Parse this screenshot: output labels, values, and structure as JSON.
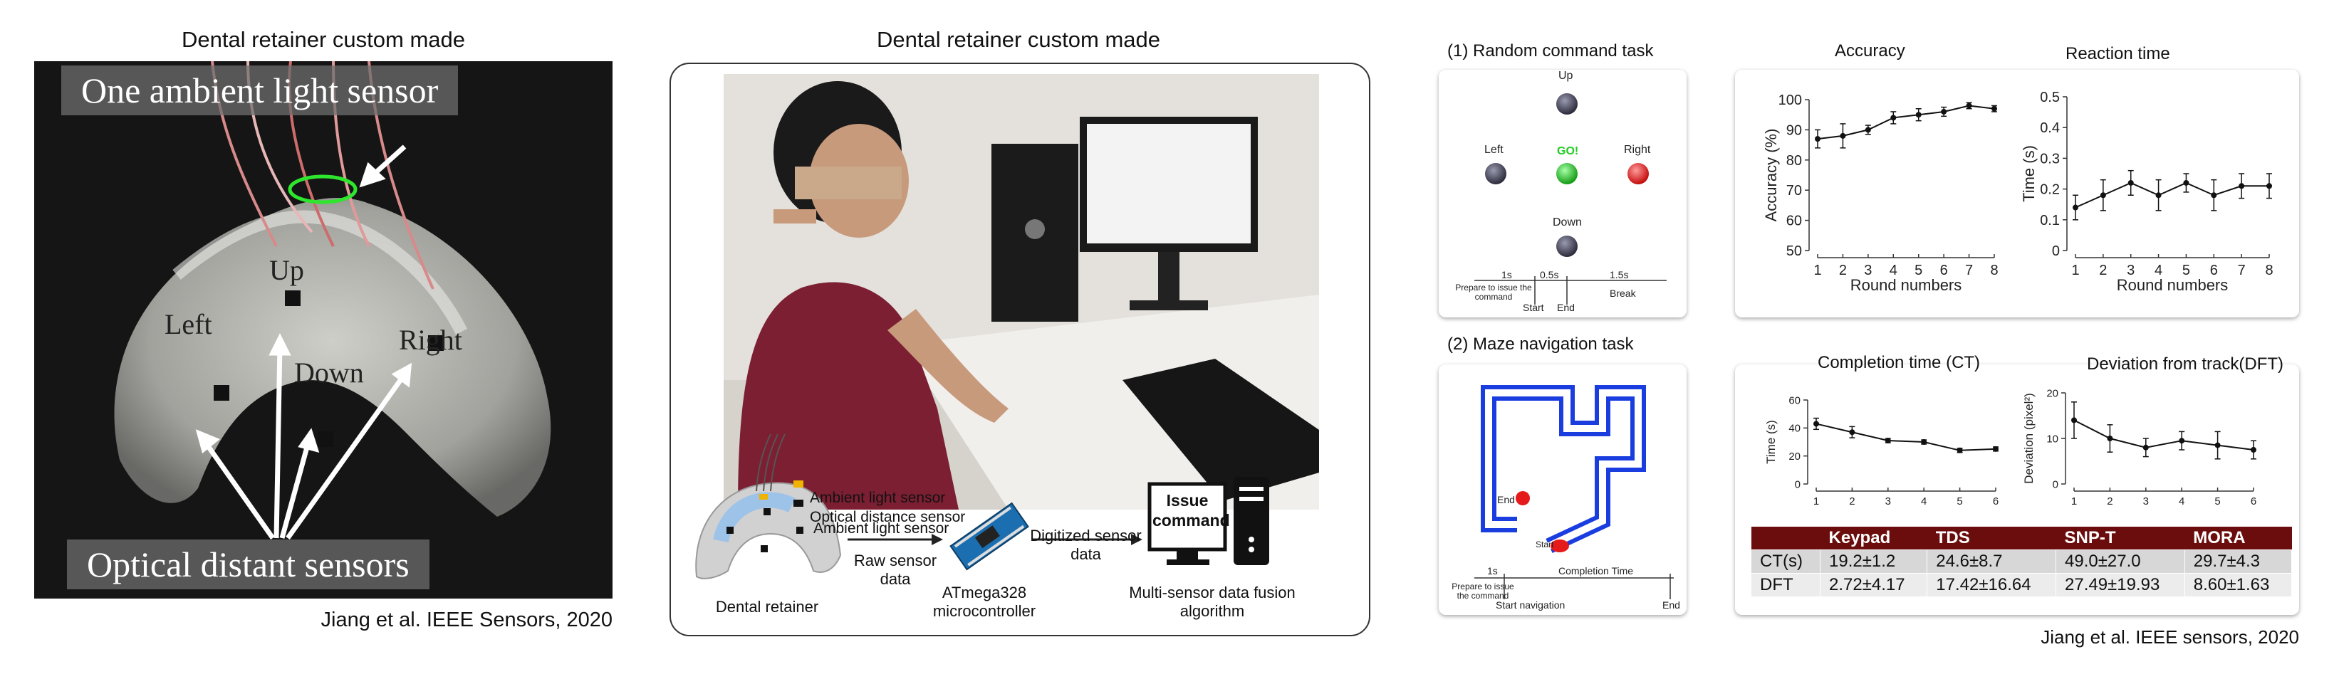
{
  "panel1": {
    "title": "Dental retainer custom made",
    "top_label": "One ambient light sensor",
    "bottom_label": "Optical distant sensors",
    "dir_up": "Up",
    "dir_left": "Left",
    "dir_down": "Down",
    "dir_right": "Right",
    "citation": "Jiang et al. IEEE Sensors, 2020"
  },
  "panel2": {
    "title": "Dental retainer custom made",
    "legend_ambient": "Ambient light sensor",
    "legend_optical": "Optical distance sensor",
    "arrow1": "Raw sensor data",
    "arrow2": "Digitized sensor data",
    "issue_command": "Issue command",
    "cap_retainer": "Dental retainer",
    "cap_mcu": "ATmega328 microcontroller",
    "cap_fusion": "Multi-sensor data fusion algorithm"
  },
  "task1": {
    "title": "(1) Random command task",
    "up": "Up",
    "left": "Left",
    "go": "GO!",
    "right": "Right",
    "down": "Down",
    "t_1s": "1s",
    "t_05s": "0.5s",
    "t_15s": "1.5s",
    "prepare": "Prepare to issue the command",
    "start": "Start",
    "end": "End",
    "break": "Break",
    "colors": {
      "go": "#22cc22",
      "right": "#ee1111",
      "neutral": "#3a3a4a"
    }
  },
  "task2": {
    "title": "(2) Maze navigation task",
    "end": "End",
    "start": "Start",
    "t_1s": "1s",
    "completion": "Completion Time",
    "prepare": "Prepare to issue the command",
    "start_nav": "Start navigation",
    "end2": "End",
    "maze_color": "#1a3de0"
  },
  "acc_title": "Accuracy",
  "rt_title": "Reaction time",
  "ct_title": "Completion time (CT)",
  "dft_title": "Deviation from track(DFT)",
  "charts": {
    "accuracy": {
      "type": "line",
      "x": [
        1,
        2,
        3,
        4,
        5,
        6,
        7,
        8
      ],
      "values": [
        87,
        88,
        90,
        94,
        95,
        96,
        98,
        97
      ],
      "errors": [
        3,
        4,
        1.5,
        2,
        2,
        1.5,
        1,
        1
      ],
      "ylim": [
        50,
        100
      ],
      "yticks": [
        50,
        60,
        70,
        80,
        90,
        100
      ],
      "ylabel": "Accuracy (%)",
      "xlabel": "Round numbers"
    },
    "reaction": {
      "type": "line",
      "x": [
        1,
        2,
        3,
        4,
        5,
        6,
        7,
        8
      ],
      "values": [
        0.14,
        0.18,
        0.22,
        0.18,
        0.22,
        0.18,
        0.21,
        0.21
      ],
      "errors": [
        0.04,
        0.05,
        0.04,
        0.05,
        0.03,
        0.05,
        0.04,
        0.04
      ],
      "ylim": [
        0,
        0.5
      ],
      "yticks": [
        0,
        0.1,
        0.2,
        0.3,
        0.4,
        0.5
      ],
      "ylabel": "Time (s)",
      "xlabel": "Round numbers"
    },
    "completion": {
      "type": "line",
      "x": [
        1,
        2,
        3,
        4,
        5,
        6
      ],
      "values": [
        43,
        37,
        31,
        30,
        24,
        25
      ],
      "errors": [
        4,
        4,
        1.5,
        1.5,
        1.5,
        1.5
      ],
      "ylim": [
        0,
        60
      ],
      "yticks": [
        0,
        20,
        40,
        60
      ],
      "ylabel": "Time (s)",
      "xlabel": ""
    },
    "deviation": {
      "type": "line",
      "x": [
        1,
        2,
        3,
        4,
        5,
        6
      ],
      "values": [
        14,
        10,
        8,
        9.5,
        8.5,
        7.5
      ],
      "errors": [
        4,
        3,
        2,
        2,
        3,
        2
      ],
      "ylim": [
        0,
        20
      ],
      "yticks": [
        0,
        10,
        20
      ],
      "ylabel": "Deviation (pixel²)",
      "xlabel": ""
    }
  },
  "table": {
    "headers": [
      "",
      "Keypad",
      "TDS",
      "SNP-T",
      "MORA"
    ],
    "rows": [
      [
        "CT(s)",
        "19.2±1.2",
        "24.6±8.7",
        "49.0±27.0",
        "29.7±4.3"
      ],
      [
        "DFT",
        "2.72±4.17",
        "17.42±16.64",
        "27.49±19.93",
        "8.60±1.63"
      ]
    ]
  },
  "citation2": "Jiang et al. IEEE sensors, 2020"
}
